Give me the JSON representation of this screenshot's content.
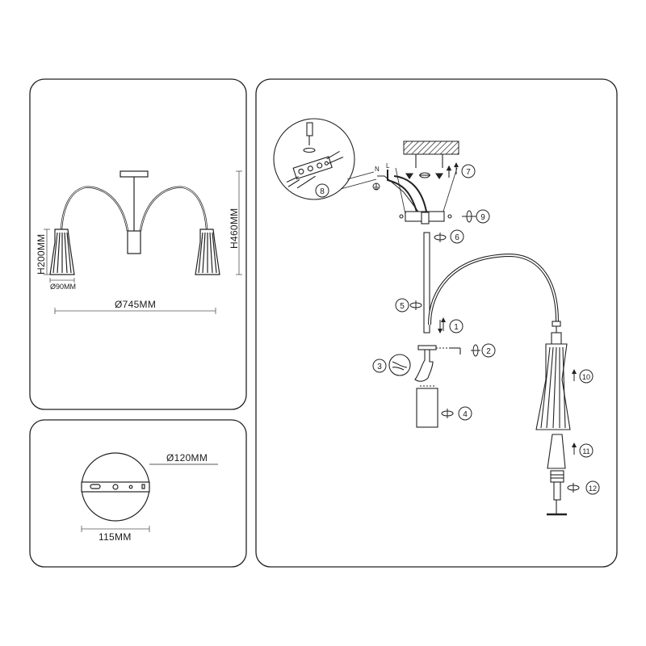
{
  "panels": {
    "dimensions": {
      "height_total": "H460MM",
      "height_shade": "H200MM",
      "shade_diameter": "Ø90MM",
      "overall_diameter": "Ø745MM"
    },
    "canopy": {
      "diameter": "Ø120MM",
      "bracket_width": "115MM"
    },
    "assembly": {
      "wire_labels": [
        "N",
        "L"
      ],
      "steps": [
        "1",
        "2",
        "3",
        "4",
        "5",
        "6",
        "7",
        "8",
        "9",
        "10",
        "11",
        "12"
      ]
    }
  }
}
